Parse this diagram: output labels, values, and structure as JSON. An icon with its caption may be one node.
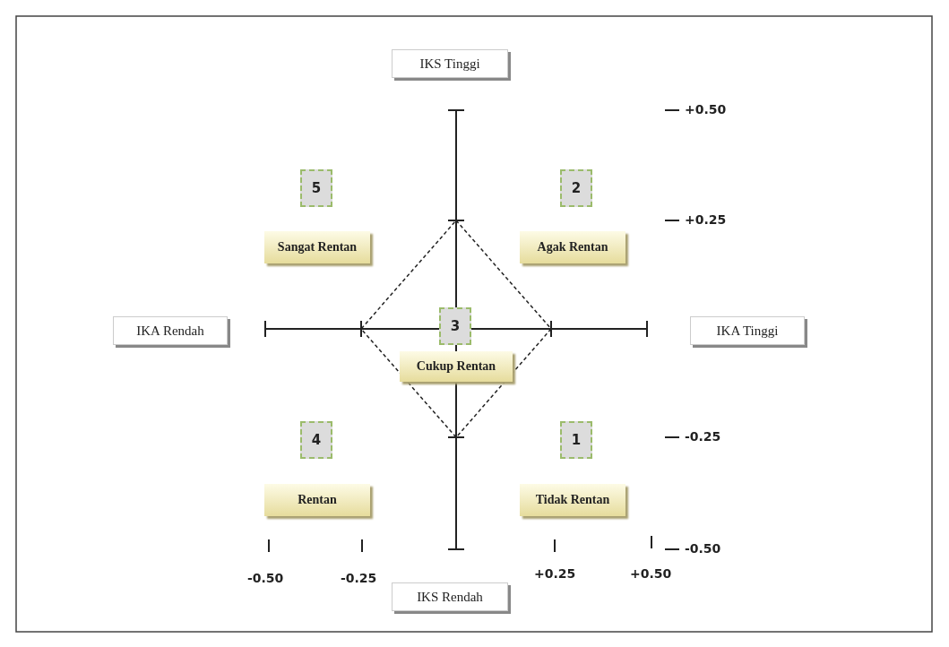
{
  "diagram": {
    "nodes": [
      {
        "text": [
          "IKS Tinggi"
        ]
      },
      {
        "text": [
          "5"
        ]
      },
      {
        "text": [
          "2"
        ]
      },
      {
        "text": [
          "Sangat Rentan"
        ]
      },
      {
        "text": [
          "Agak Rentan"
        ]
      },
      {
        "text": [
          "IKA Rendah"
        ]
      },
      {
        "text": [
          "3"
        ]
      },
      {
        "text": [
          "IKA Tinggi"
        ]
      },
      {
        "text": [
          "Cukup Rentan"
        ]
      },
      {
        "text": [
          "4"
        ]
      },
      {
        "text": [
          "1"
        ]
      },
      {
        "text": [
          "Rentan"
        ]
      },
      {
        "text": [
          "Tidak Rentan"
        ]
      },
      {
        "text": [
          "IKS Rendah"
        ]
      }
    ],
    "edges": [],
    "labels": [
      "+0.50",
      "+0.25",
      "-0.25",
      "-0.50",
      "-0.50",
      "-0.25",
      "+0.25",
      "+0.50"
    ]
  }
}
